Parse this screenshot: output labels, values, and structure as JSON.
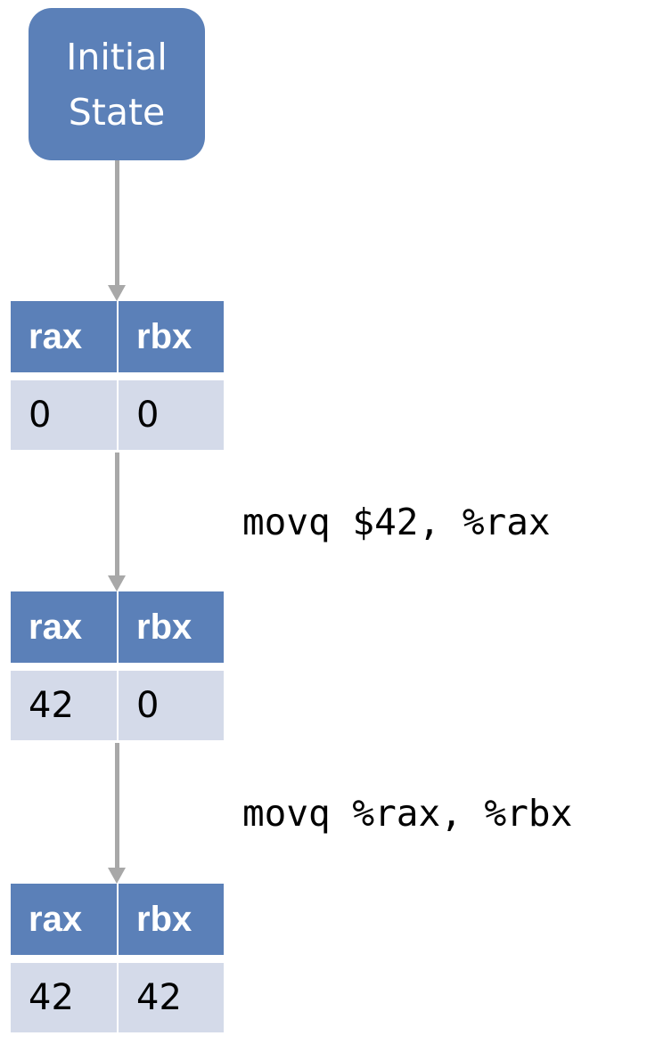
{
  "start_node": {
    "label": "Initial State"
  },
  "states": [
    {
      "headers": [
        "rax",
        "rbx"
      ],
      "values": [
        "0",
        "0"
      ]
    },
    {
      "headers": [
        "rax",
        "rbx"
      ],
      "values": [
        "42",
        "0"
      ]
    },
    {
      "headers": [
        "rax",
        "rbx"
      ],
      "values": [
        "42",
        "42"
      ]
    }
  ],
  "instructions": [
    "movq $42, %rax",
    "movq %rax, %rbx"
  ],
  "colors": {
    "node_fill": "#5b80b8",
    "header_fill": "#5b80b8",
    "value_fill": "#d4dae9",
    "arrow": "#a8a8a8"
  }
}
